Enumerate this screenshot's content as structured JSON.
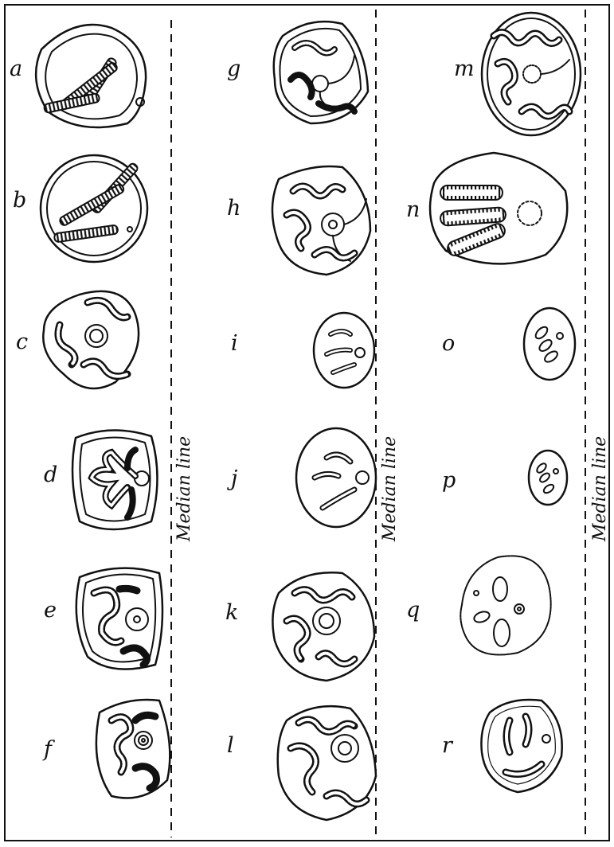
{
  "figure": {
    "panel_labels": [
      "a",
      "b",
      "c",
      "d",
      "e",
      "f",
      "g",
      "h",
      "i",
      "j",
      "k",
      "l",
      "m",
      "n",
      "o",
      "p",
      "q",
      "r"
    ],
    "median_labels": [
      "Median line",
      "Median line",
      "Median line"
    ]
  }
}
